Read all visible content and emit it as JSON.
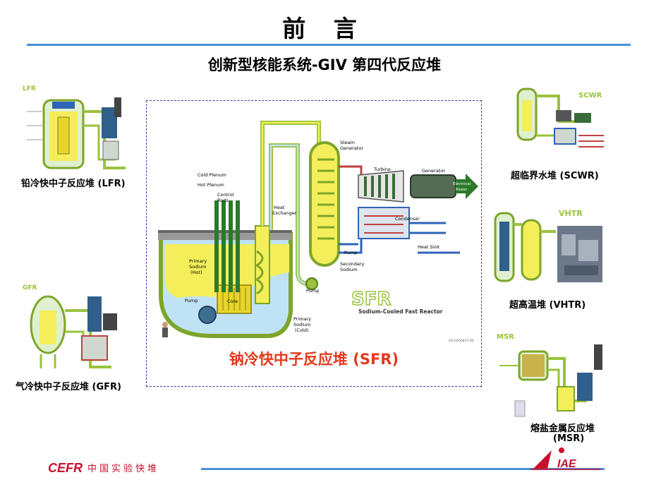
{
  "title": "前 言",
  "subtitle": "创新型核能系统-GIV 第四代反应堆",
  "reactors": {
    "lfr": {
      "caption": "铅冷快中子反应堆 (LFR)",
      "tag": "LFR"
    },
    "gfr": {
      "caption": "气冷快中子反应堆 (GFR)",
      "tag": "GFR"
    },
    "scwr": {
      "caption": "超临界水堆 (SCWR)",
      "tag": "SCWR"
    },
    "vhtr": {
      "caption": "超高温堆 (VHTR)",
      "tag": "VHTR"
    },
    "msr": {
      "caption": "熔盐金属反应堆",
      "caption2": "(MSR)",
      "tag": "MSR"
    }
  },
  "sfr": {
    "caption": "钠冷快中子反应堆 (SFR)",
    "logo_text": "SFR",
    "logo_subtitle": "Sodium-Cooled Fast Reactor",
    "labels": {
      "cold_plenum": "Cold Plenum",
      "hot_plenum": "Hot Plenum",
      "control_rods_1": "Control",
      "control_rods_2": "Rods",
      "heat_exchanger_1": "Heat",
      "heat_exchanger_2": "Exchanger",
      "primary_hot_1": "Primary",
      "primary_hot_2": "Sodium",
      "primary_hot_3": "(Hot)",
      "pump": "Pump",
      "core": "Core",
      "primary_cold_1": "Primary",
      "primary_cold_2": "Sodium",
      "primary_cold_3": "(Cold)",
      "steam_gen_1": "Steam",
      "steam_gen_2": "Generator",
      "turbine": "Turbine",
      "generator": "Generator",
      "electrical_1": "Electrical",
      "electrical_2": "Power",
      "condenser": "Condenser",
      "heat_sink": "Heat Sink",
      "secondary_1": "Secondary",
      "secondary_2": "Sodium",
      "pump2": "Pump",
      "pump3": "Pump",
      "code": "03-GA50417-02"
    }
  },
  "logos": {
    "cefr_text": "CEFR",
    "cefr_cn": "中国实验快堆",
    "iae_text": "IAE"
  },
  "colors": {
    "accent_blue": "#4a8fd8",
    "sfr_red": "#e23a1c",
    "sodium_yellow": "#f3ee5a",
    "pipe_green": "#9ac23c"
  }
}
